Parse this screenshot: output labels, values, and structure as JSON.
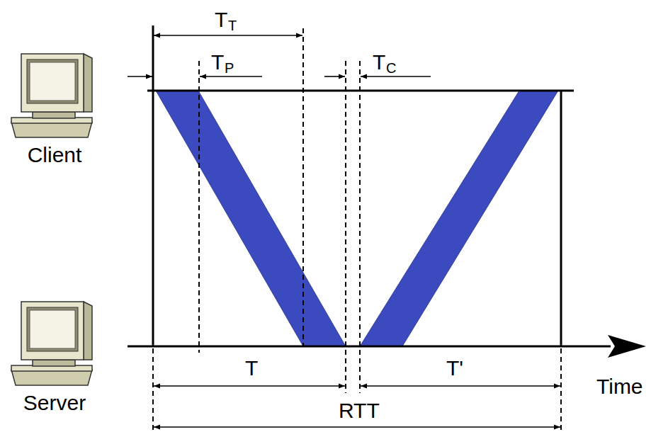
{
  "diagram": {
    "nodes": [
      {
        "text": [
          "Client"
        ]
      },
      {
        "text": [
          "Server"
        ]
      }
    ],
    "labels": [
      "T",
      "T",
      "T",
      "P",
      "T",
      "C",
      "T",
      "T'",
      "RTT",
      "Time"
    ]
  }
}
